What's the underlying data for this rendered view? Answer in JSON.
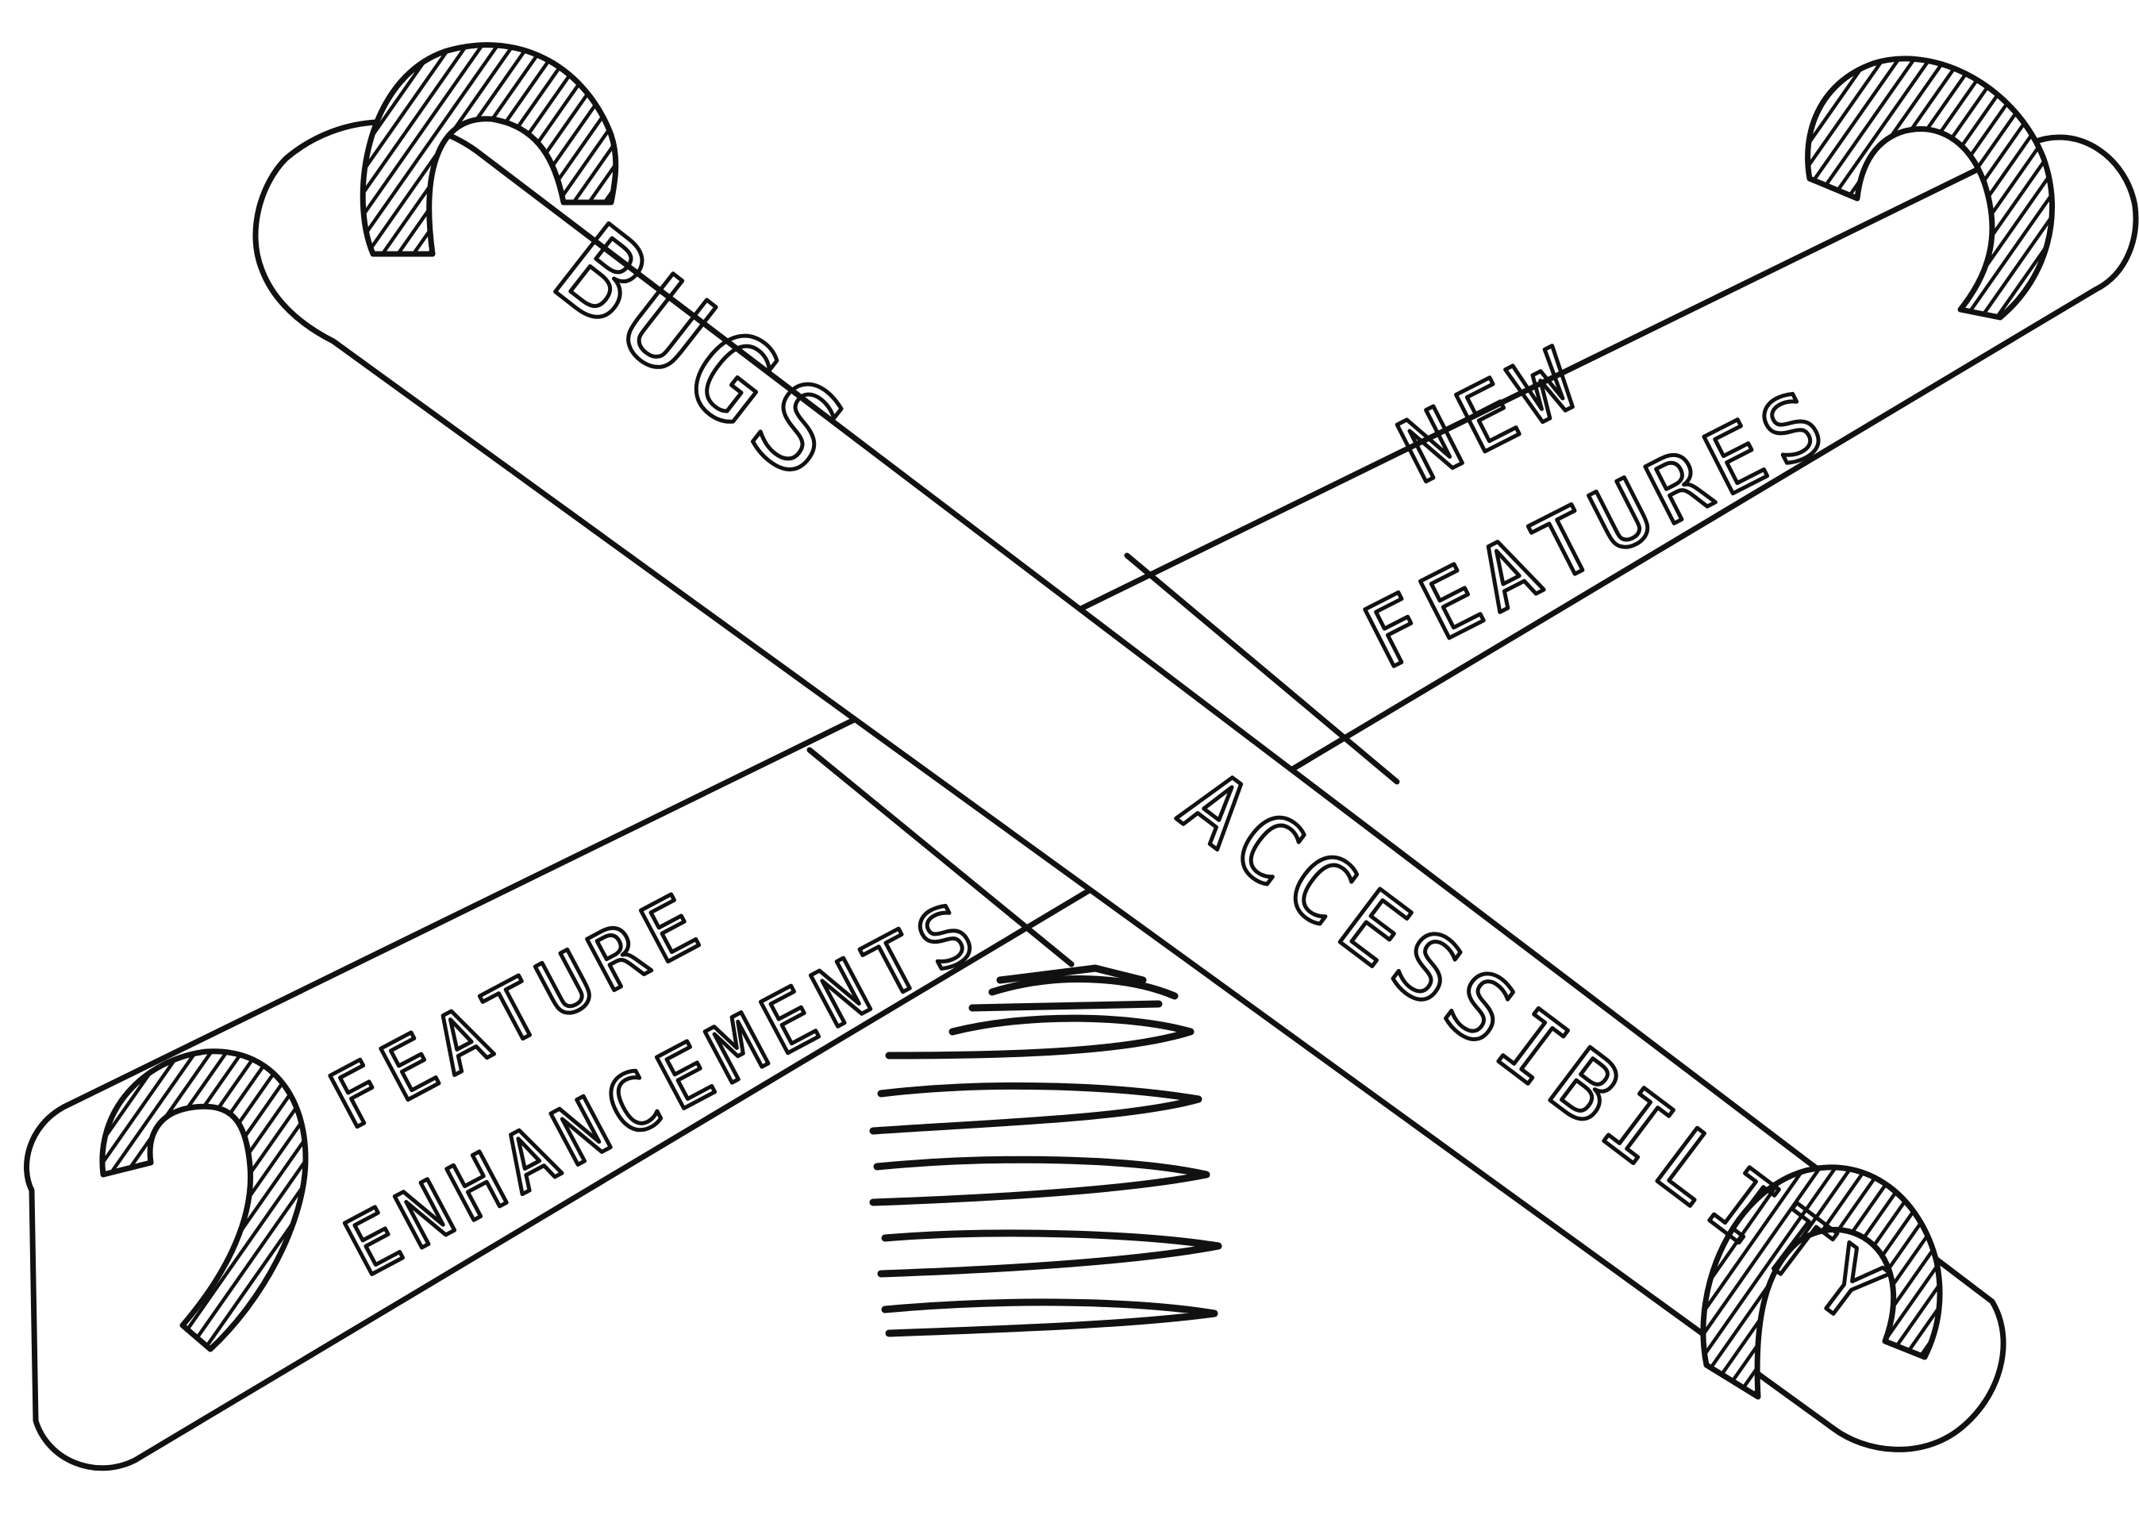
{
  "diagram": {
    "bands": [
      {
        "id": "bugs",
        "label": "BUGS"
      },
      {
        "id": "accessibility",
        "label": "ACCESSIBILITY"
      },
      {
        "id": "new-features",
        "lines": [
          "NEW",
          "FEATURES"
        ]
      },
      {
        "id": "feature-enhancements",
        "lines": [
          "FEATURE",
          "ENHANCEMENTS"
        ]
      }
    ],
    "style": {
      "ink": "#111111",
      "paper": "#ffffff"
    }
  }
}
